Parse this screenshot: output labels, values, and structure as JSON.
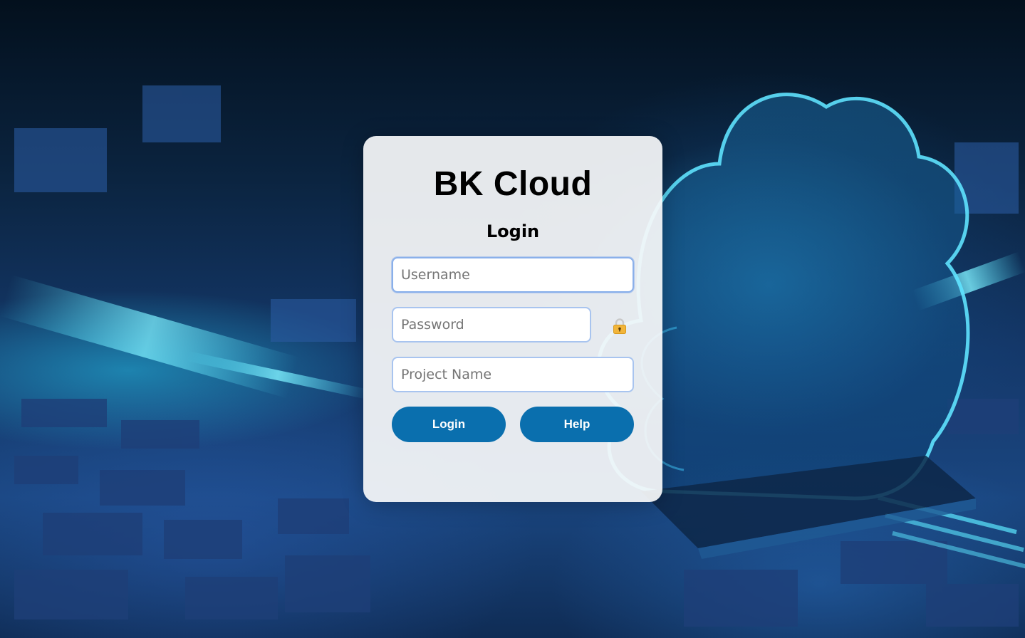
{
  "app": {
    "title": "BK Cloud",
    "subtitle": "Login"
  },
  "form": {
    "username": {
      "placeholder": "Username",
      "value": ""
    },
    "password": {
      "placeholder": "Password",
      "value": ""
    },
    "project": {
      "placeholder": "Project Name",
      "value": ""
    },
    "lock_icon": "lock-icon"
  },
  "buttons": {
    "login_label": "Login",
    "help_label": "Help"
  },
  "colors": {
    "button_bg": "#0a6fae",
    "input_border": "#a8c4ef",
    "lock_icon": "#f2b53a"
  }
}
